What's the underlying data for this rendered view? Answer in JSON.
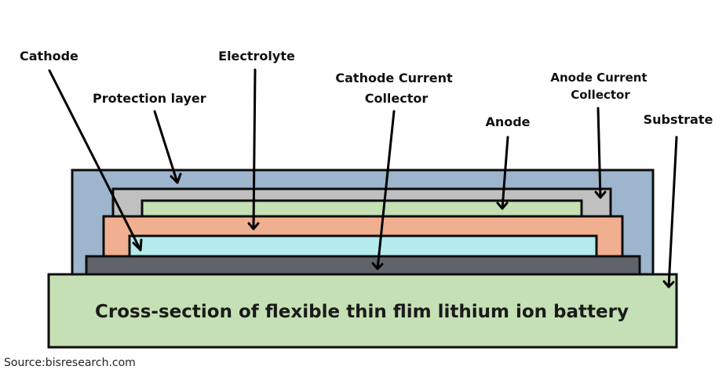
{
  "diagram": {
    "title": "Cross-section of flexible thin flim lithium ion battery",
    "source": "Source:bisresearch.com",
    "layers": [
      {
        "id": "substrate",
        "name": "Substrate",
        "color": "#c5e0b4"
      },
      {
        "id": "protection",
        "name": "Protection layer",
        "color": "#9db5cd"
      },
      {
        "id": "cathode-cc",
        "name": "Cathode Current Collector",
        "color": "#5f646b"
      },
      {
        "id": "electrolyte",
        "name": "Electrolyte",
        "color": "#f0b090"
      },
      {
        "id": "cathode",
        "name": "Cathode",
        "color": "#b4ecee"
      },
      {
        "id": "anode-cc",
        "name": "Anode Current Collector",
        "color": "#c0c0c0"
      },
      {
        "id": "anode",
        "name": "Anode",
        "color": "#c5e0b4"
      }
    ],
    "labels": {
      "cathode": "Cathode",
      "protection": "Protection layer",
      "electrolyte": "Electrolyte",
      "cathode_cc_line1": "Cathode Current",
      "cathode_cc_line2": "Collector",
      "anode": "Anode",
      "anode_cc_line1": "Anode Current",
      "anode_cc_line2": "Collector",
      "substrate": "Substrate"
    }
  }
}
